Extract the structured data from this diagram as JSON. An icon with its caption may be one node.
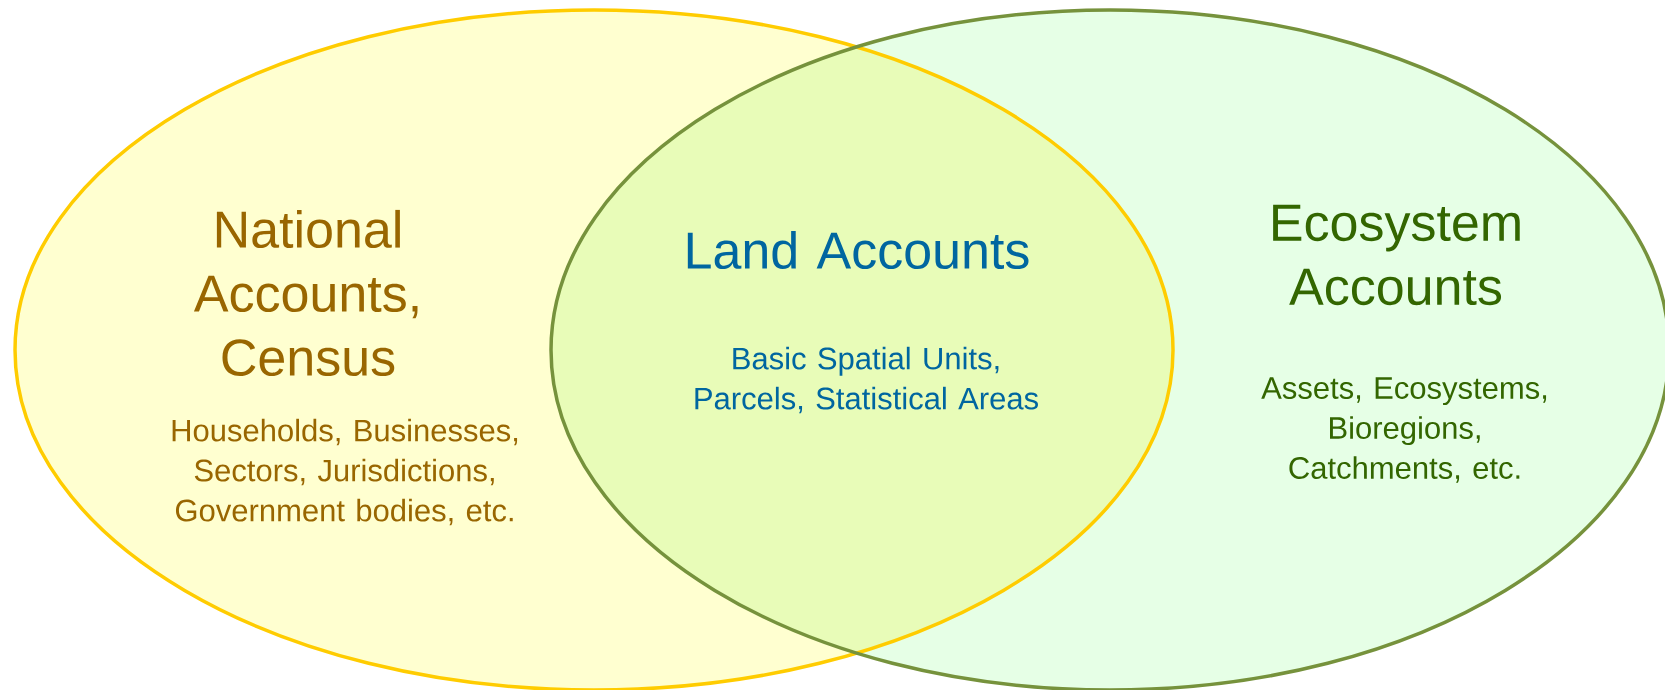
{
  "diagram": {
    "nodes": [
      {
        "text": [
          "National Accounts, Census",
          "Households, Businesses, Sectors, Jurisdictions, Government bodies, etc."
        ]
      },
      {
        "text": [
          "Ecosystem Accounts",
          "Assets, Ecosystems, Bioregions, Catchments, etc."
        ]
      }
    ],
    "labels": [
      "Land Accounts",
      "Basic Spatial Units, Parcels, Statistical Areas"
    ]
  }
}
